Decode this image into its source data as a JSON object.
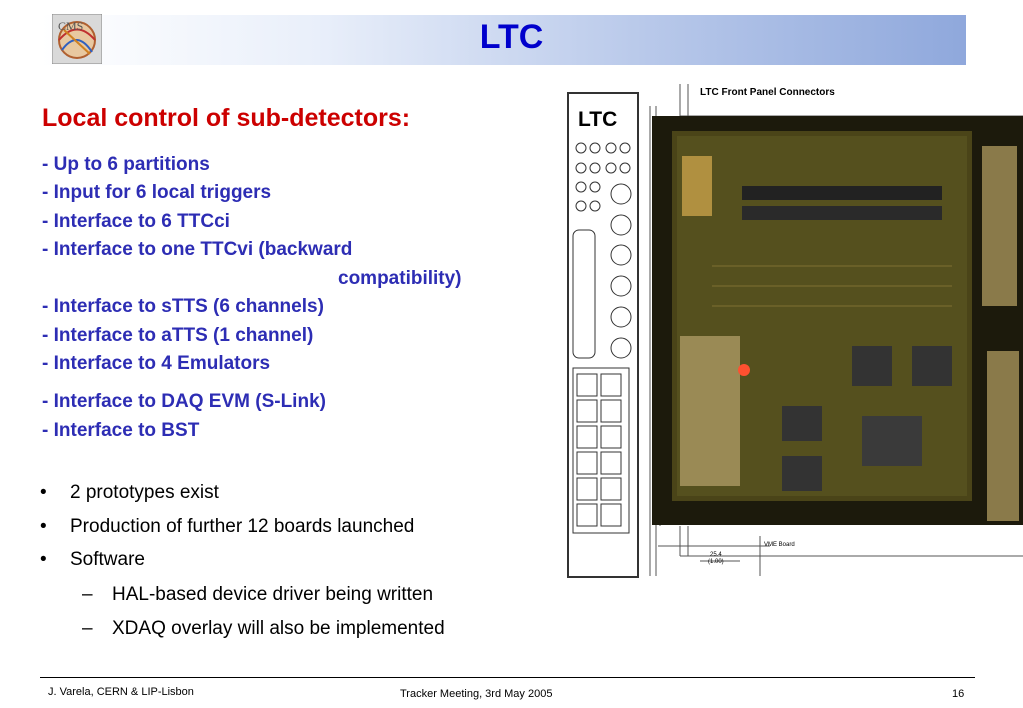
{
  "title": "LTC",
  "heading": "Local control of sub-detectors:",
  "features": [
    "-  Up to 6 partitions",
    "-  Input for 6 local triggers",
    "-  Interface to 6 TTCci",
    "-  Interface to one TTCvi (backward",
    "compatibility)",
    "-  Interface to sTTS (6 channels)",
    "-  Interface to aTTS (1 channel)",
    "-  Interface to 4 Emulators",
    "- Interface to DAQ EVM (S-Link)",
    "-  Interface to BST"
  ],
  "bullets": [
    {
      "marker": "•",
      "text": "2 prototypes exist"
    },
    {
      "marker": "•",
      "text": "Production of further 12 boards launched"
    },
    {
      "marker": "•",
      "text": "Software"
    }
  ],
  "subbullets": [
    {
      "marker": "–",
      "text": "HAL-based device driver being written"
    },
    {
      "marker": "–",
      "text": "XDAQ overlay will also be implemented"
    }
  ],
  "figure": {
    "panel_label": "LTC",
    "drawing_title": "LTC Front Panel Connectors",
    "vme_label": "VME Board",
    "dimension_label": "25.4",
    "dimension_sub": "(1.00)"
  },
  "footer": {
    "left": "J. Varela, CERN & LIP-Lisbon",
    "center": "Tracker Meeting, 3rd May 2005",
    "right": "16"
  },
  "colors": {
    "title": "#0000cc",
    "heading": "#cc0000",
    "feature_text": "#2d2db4"
  }
}
